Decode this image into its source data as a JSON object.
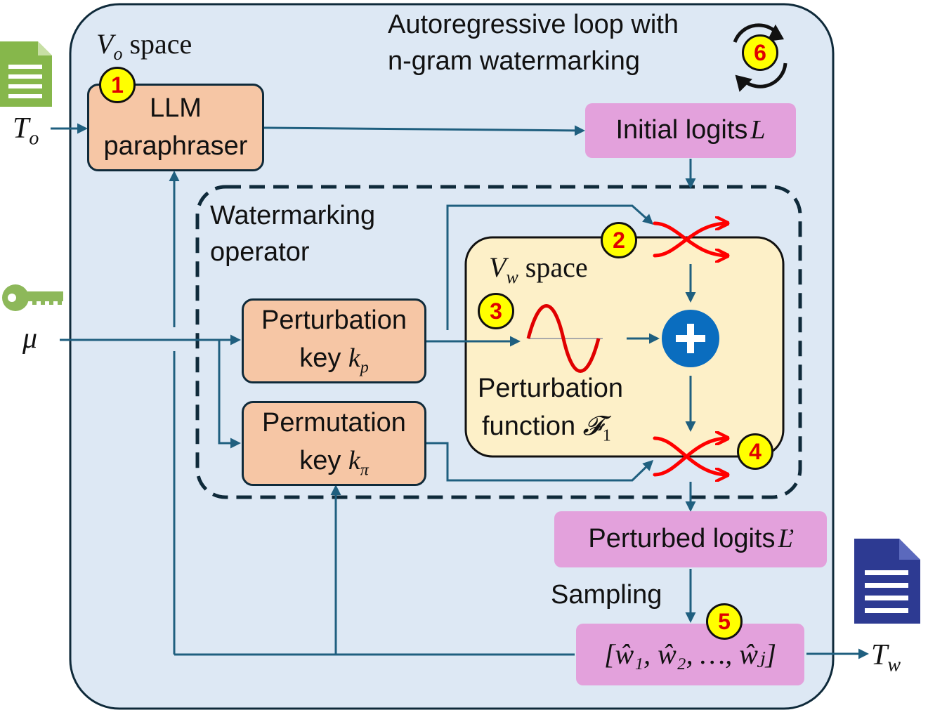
{
  "title_line1": "Autoregressive loop with",
  "title_line2": "n-gram watermarking",
  "vo_space": {
    "sym": "V",
    "sub": "o",
    "word": " space"
  },
  "vw_space": {
    "sym": "V",
    "sub": "w",
    "word": " space"
  },
  "input_text": {
    "sym": "T",
    "sub": "o"
  },
  "output_text": {
    "sym": "T",
    "sub": "w"
  },
  "mu_label": "μ",
  "llm_box": {
    "line1": "LLM",
    "line2": "paraphraser"
  },
  "initial_logits": {
    "text": "Initial logits ",
    "sym": "L"
  },
  "watermark_op": {
    "line1": "Watermarking",
    "line2": "operator"
  },
  "pert_key": {
    "line1": "Perturbation",
    "line2": "key ",
    "sym": "k",
    "sub": "p"
  },
  "perm_key": {
    "line1": "Permutation",
    "line2": "key ",
    "sym": "k",
    "sub": "π"
  },
  "pert_func": {
    "line1": "Perturbation",
    "line2": "function ",
    "sym": "𝓕",
    "sub": "1"
  },
  "perturbed_logits": {
    "text": "Perturbed logits ",
    "sym": "Ľ"
  },
  "sampling": "Sampling",
  "tokens": "[ŵ₁, ŵ₂, …, ŵⱼ]",
  "badges": [
    "1",
    "2",
    "3",
    "4",
    "5",
    "6"
  ],
  "colors": {
    "outer_bg": "#dde8f4",
    "outer_border": "#0f2a3a",
    "peach": "#f6c6a5",
    "pink": "#e3a1dc",
    "inner_yellow": "#fdf0c8",
    "arrow": "#1f5f7f",
    "red": "#ff0000",
    "badge": "#ffff00",
    "plus": "#0a6dbf",
    "doc_green": "#86b74b",
    "doc_blue": "#2d3a92",
    "key_green": "#8db85a"
  }
}
